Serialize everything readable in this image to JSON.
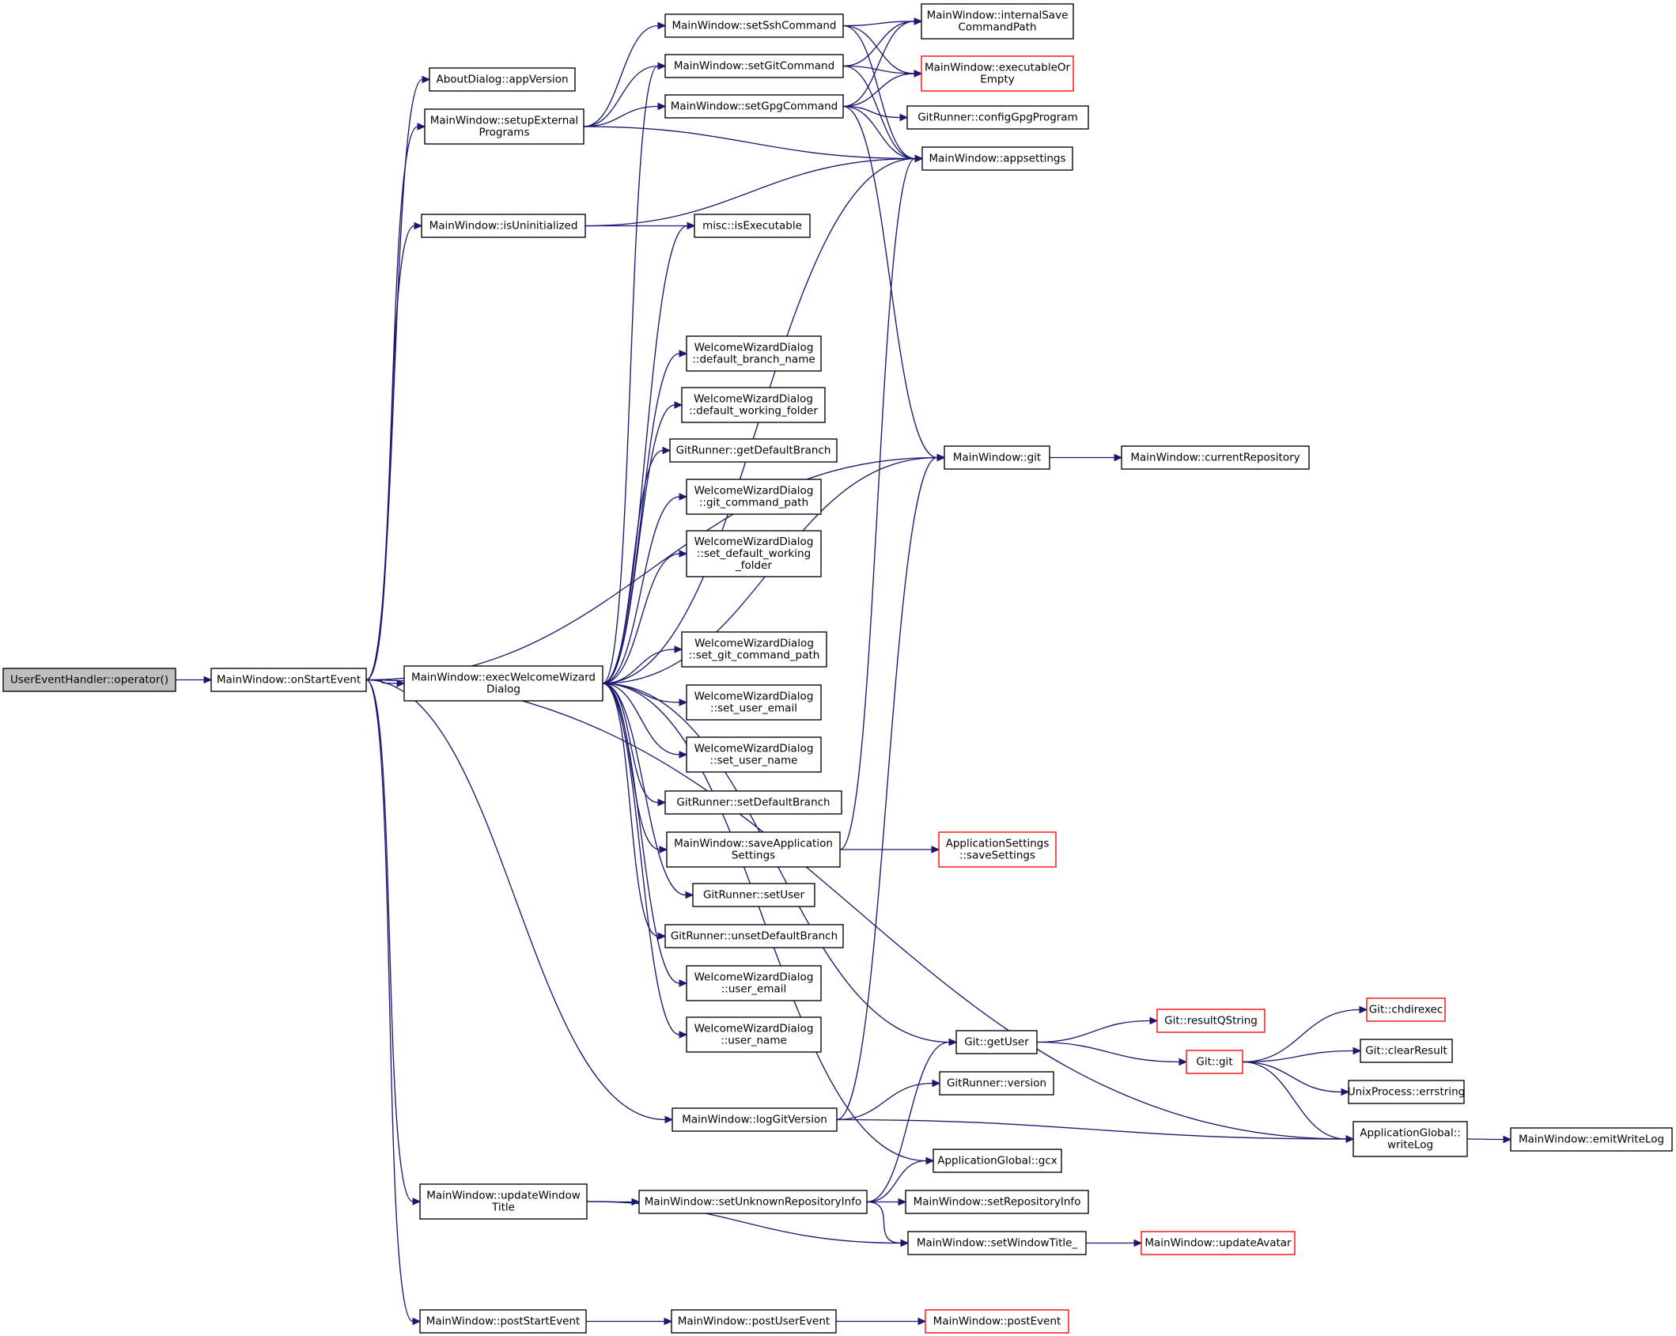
{
  "diagram": {
    "nodes": [
      {
        "id": "root",
        "lines": [
          "UserEventHandler::operator()"
        ],
        "style": "root"
      },
      {
        "id": "onStart",
        "lines": [
          "MainWindow::onStartEvent"
        ],
        "style": "normal"
      },
      {
        "id": "aboutVer",
        "lines": [
          "AboutDialog::appVersion"
        ],
        "style": "normal"
      },
      {
        "id": "setupExt",
        "lines": [
          "MainWindow::setupExternal",
          "Programs"
        ],
        "style": "normal"
      },
      {
        "id": "isUninit",
        "lines": [
          "MainWindow::isUninitialized"
        ],
        "style": "normal"
      },
      {
        "id": "execWiz",
        "lines": [
          "MainWindow::execWelcomeWizard",
          "Dialog"
        ],
        "style": "normal"
      },
      {
        "id": "logGit",
        "lines": [
          "MainWindow::logGitVersion"
        ],
        "style": "normal"
      },
      {
        "id": "updTitle",
        "lines": [
          "MainWindow::updateWindow",
          "Title"
        ],
        "style": "normal"
      },
      {
        "id": "postStart",
        "lines": [
          "MainWindow::postStartEvent"
        ],
        "style": "normal"
      },
      {
        "id": "setSsh",
        "lines": [
          "MainWindow::setSshCommand"
        ],
        "style": "normal"
      },
      {
        "id": "setGitCmd",
        "lines": [
          "MainWindow::setGitCommand"
        ],
        "style": "normal"
      },
      {
        "id": "setGpg",
        "lines": [
          "MainWindow::setGpgCommand"
        ],
        "style": "normal"
      },
      {
        "id": "miscExec",
        "lines": [
          "misc::isExecutable"
        ],
        "style": "normal"
      },
      {
        "id": "wDefBranch",
        "lines": [
          "WelcomeWizardDialog",
          "::default_branch_name"
        ],
        "style": "normal"
      },
      {
        "id": "wDefWork",
        "lines": [
          "WelcomeWizardDialog",
          "::default_working_folder"
        ],
        "style": "normal"
      },
      {
        "id": "grGetDef",
        "lines": [
          "GitRunner::getDefaultBranch"
        ],
        "style": "normal"
      },
      {
        "id": "wGitCmdPath",
        "lines": [
          "WelcomeWizardDialog",
          "::git_command_path"
        ],
        "style": "normal"
      },
      {
        "id": "wSetDefWork",
        "lines": [
          "WelcomeWizardDialog",
          "::set_default_working",
          "_folder"
        ],
        "style": "normal"
      },
      {
        "id": "wSetGitCmd",
        "lines": [
          "WelcomeWizardDialog",
          "::set_git_command_path"
        ],
        "style": "normal"
      },
      {
        "id": "wSetEmail",
        "lines": [
          "WelcomeWizardDialog",
          "::set_user_email"
        ],
        "style": "normal"
      },
      {
        "id": "wSetName",
        "lines": [
          "WelcomeWizardDialog",
          "::set_user_name"
        ],
        "style": "normal"
      },
      {
        "id": "grSetDef",
        "lines": [
          "GitRunner::setDefaultBranch"
        ],
        "style": "normal"
      },
      {
        "id": "saveApp",
        "lines": [
          "MainWindow::saveApplication",
          "Settings"
        ],
        "style": "normal"
      },
      {
        "id": "grSetUser",
        "lines": [
          "GitRunner::setUser"
        ],
        "style": "normal"
      },
      {
        "id": "grUnset",
        "lines": [
          "GitRunner::unsetDefaultBranch"
        ],
        "style": "normal"
      },
      {
        "id": "wEmail",
        "lines": [
          "WelcomeWizardDialog",
          "::user_email"
        ],
        "style": "normal"
      },
      {
        "id": "wName",
        "lines": [
          "WelcomeWizardDialog",
          "::user_name"
        ],
        "style": "normal"
      },
      {
        "id": "setUnknown",
        "lines": [
          "MainWindow::setUnknownRepositoryInfo"
        ],
        "style": "normal"
      },
      {
        "id": "postUser",
        "lines": [
          "MainWindow::postUserEvent"
        ],
        "style": "normal"
      },
      {
        "id": "intSave",
        "lines": [
          "MainWindow::internalSave",
          "CommandPath"
        ],
        "style": "normal"
      },
      {
        "id": "execOrEmpty",
        "lines": [
          "MainWindow::executableOr",
          "Empty"
        ],
        "style": "red"
      },
      {
        "id": "cfgGpg",
        "lines": [
          "GitRunner::configGpgProgram"
        ],
        "style": "normal"
      },
      {
        "id": "appSettings",
        "lines": [
          "MainWindow::appsettings"
        ],
        "style": "normal"
      },
      {
        "id": "mwGit",
        "lines": [
          "MainWindow::git"
        ],
        "style": "normal"
      },
      {
        "id": "appSaveSet",
        "lines": [
          "ApplicationSettings",
          "::saveSettings"
        ],
        "style": "red"
      },
      {
        "id": "gitGetUser",
        "lines": [
          "Git::getUser"
        ],
        "style": "normal"
      },
      {
        "id": "grVersion",
        "lines": [
          "GitRunner::version"
        ],
        "style": "normal"
      },
      {
        "id": "gcx",
        "lines": [
          "ApplicationGlobal::gcx"
        ],
        "style": "normal"
      },
      {
        "id": "setRepoInfo",
        "lines": [
          "MainWindow::setRepositoryInfo"
        ],
        "style": "normal"
      },
      {
        "id": "setWinTitle",
        "lines": [
          "MainWindow::setWindowTitle_"
        ],
        "style": "normal"
      },
      {
        "id": "postEvent",
        "lines": [
          "MainWindow::postEvent"
        ],
        "style": "red"
      },
      {
        "id": "curRepo",
        "lines": [
          "MainWindow::currentRepository"
        ],
        "style": "normal"
      },
      {
        "id": "resultQ",
        "lines": [
          "Git::resultQString"
        ],
        "style": "red"
      },
      {
        "id": "gitGit",
        "lines": [
          "Git::git"
        ],
        "style": "red"
      },
      {
        "id": "updAvatar",
        "lines": [
          "MainWindow::updateAvatar"
        ],
        "style": "red"
      },
      {
        "id": "chdir",
        "lines": [
          "Git::chdirexec"
        ],
        "style": "red"
      },
      {
        "id": "clearRes",
        "lines": [
          "Git::clearResult"
        ],
        "style": "normal"
      },
      {
        "id": "errstr",
        "lines": [
          "UnixProcess::errstring"
        ],
        "style": "normal"
      },
      {
        "id": "writeLog",
        "lines": [
          "ApplicationGlobal::",
          "writeLog"
        ],
        "style": "normal"
      },
      {
        "id": "emitLog",
        "lines": [
          "MainWindow::emitWriteLog"
        ],
        "style": "normal"
      }
    ],
    "edges": [
      {
        "from": "root",
        "to": "onStart"
      },
      {
        "from": "onStart",
        "to": "aboutVer"
      },
      {
        "from": "onStart",
        "to": "setupExt"
      },
      {
        "from": "onStart",
        "to": "isUninit"
      },
      {
        "from": "onStart",
        "to": "mwGit"
      },
      {
        "from": "onStart",
        "to": "execWiz"
      },
      {
        "from": "onStart",
        "to": "logGit"
      },
      {
        "from": "onStart",
        "to": "updTitle"
      },
      {
        "from": "onStart",
        "to": "writeLog"
      },
      {
        "from": "onStart",
        "to": "postStart"
      },
      {
        "from": "setupExt",
        "to": "setSsh"
      },
      {
        "from": "setupExt",
        "to": "setGitCmd"
      },
      {
        "from": "setupExt",
        "to": "setGpg"
      },
      {
        "from": "setupExt",
        "to": "appSettings"
      },
      {
        "from": "isUninit",
        "to": "appSettings"
      },
      {
        "from": "isUninit",
        "to": "miscExec"
      },
      {
        "from": "setSsh",
        "to": "intSave"
      },
      {
        "from": "setSsh",
        "to": "execOrEmpty"
      },
      {
        "from": "setSsh",
        "to": "appSettings"
      },
      {
        "from": "setGitCmd",
        "to": "intSave"
      },
      {
        "from": "setGitCmd",
        "to": "execOrEmpty"
      },
      {
        "from": "setGitCmd",
        "to": "appSettings"
      },
      {
        "from": "setGpg",
        "to": "intSave"
      },
      {
        "from": "setGpg",
        "to": "execOrEmpty"
      },
      {
        "from": "setGpg",
        "to": "cfgGpg"
      },
      {
        "from": "setGpg",
        "to": "appSettings"
      },
      {
        "from": "setGpg",
        "to": "mwGit"
      },
      {
        "from": "execWiz",
        "to": "setGitCmd"
      },
      {
        "from": "execWiz",
        "to": "miscExec"
      },
      {
        "from": "execWiz",
        "to": "appSettings"
      },
      {
        "from": "execWiz",
        "to": "wDefBranch"
      },
      {
        "from": "execWiz",
        "to": "wDefWork"
      },
      {
        "from": "execWiz",
        "to": "grGetDef"
      },
      {
        "from": "execWiz",
        "to": "wGitCmdPath"
      },
      {
        "from": "execWiz",
        "to": "wSetDefWork"
      },
      {
        "from": "execWiz",
        "to": "mwGit"
      },
      {
        "from": "execWiz",
        "to": "wSetGitCmd"
      },
      {
        "from": "execWiz",
        "to": "wSetEmail"
      },
      {
        "from": "execWiz",
        "to": "wSetName"
      },
      {
        "from": "execWiz",
        "to": "grSetDef"
      },
      {
        "from": "execWiz",
        "to": "saveApp"
      },
      {
        "from": "execWiz",
        "to": "grSetUser"
      },
      {
        "from": "execWiz",
        "to": "grUnset"
      },
      {
        "from": "execWiz",
        "to": "wEmail"
      },
      {
        "from": "execWiz",
        "to": "wName"
      },
      {
        "from": "execWiz",
        "to": "gitGetUser"
      },
      {
        "from": "execWiz",
        "to": "gcx"
      },
      {
        "from": "saveApp",
        "to": "appSettings"
      },
      {
        "from": "saveApp",
        "to": "appSaveSet"
      },
      {
        "from": "mwGit",
        "to": "curRepo"
      },
      {
        "from": "logGit",
        "to": "mwGit"
      },
      {
        "from": "logGit",
        "to": "grVersion"
      },
      {
        "from": "logGit",
        "to": "writeLog"
      },
      {
        "from": "updTitle",
        "to": "setUnknown"
      },
      {
        "from": "updTitle",
        "to": "setWinTitle"
      },
      {
        "from": "setUnknown",
        "to": "gitGetUser"
      },
      {
        "from": "setUnknown",
        "to": "gcx"
      },
      {
        "from": "setUnknown",
        "to": "setRepoInfo"
      },
      {
        "from": "setUnknown",
        "to": "setWinTitle"
      },
      {
        "from": "setWinTitle",
        "to": "updAvatar"
      },
      {
        "from": "postStart",
        "to": "postUser"
      },
      {
        "from": "postUser",
        "to": "postEvent"
      },
      {
        "from": "gitGetUser",
        "to": "resultQ"
      },
      {
        "from": "gitGetUser",
        "to": "gitGit"
      },
      {
        "from": "gitGit",
        "to": "chdir"
      },
      {
        "from": "gitGit",
        "to": "clearRes"
      },
      {
        "from": "gitGit",
        "to": "errstr"
      },
      {
        "from": "gitGit",
        "to": "writeLog"
      },
      {
        "from": "writeLog",
        "to": "emitLog"
      }
    ]
  }
}
